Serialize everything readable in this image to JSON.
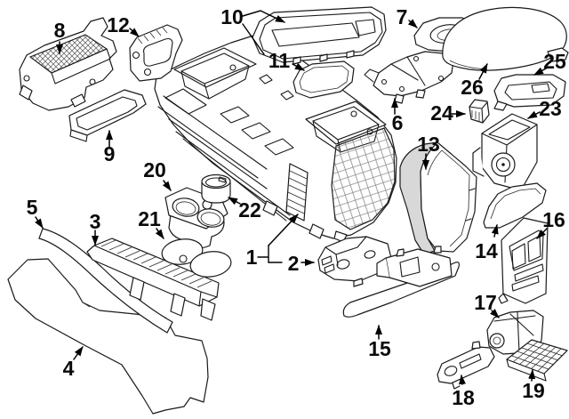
{
  "diagram": {
    "type": "exploded-parts-diagram",
    "background_color": "#ffffff",
    "line_color": "#1a1a1a",
    "shade_color": "#d8d8d8",
    "label_color": "#0a0a0a",
    "callouts": [
      {
        "label": "1"
      },
      {
        "label": "2"
      },
      {
        "label": "3"
      },
      {
        "label": "4"
      },
      {
        "label": "5"
      },
      {
        "label": "6"
      },
      {
        "label": "7"
      },
      {
        "label": "8"
      },
      {
        "label": "9"
      },
      {
        "label": "10"
      },
      {
        "label": "11"
      },
      {
        "label": "12"
      },
      {
        "label": "13"
      },
      {
        "label": "14"
      },
      {
        "label": "15"
      },
      {
        "label": "16"
      },
      {
        "label": "17"
      },
      {
        "label": "18"
      },
      {
        "label": "19"
      },
      {
        "label": "20"
      },
      {
        "label": "21"
      },
      {
        "label": "22"
      },
      {
        "label": "23"
      },
      {
        "label": "24"
      },
      {
        "label": "25"
      },
      {
        "label": "26"
      }
    ]
  }
}
